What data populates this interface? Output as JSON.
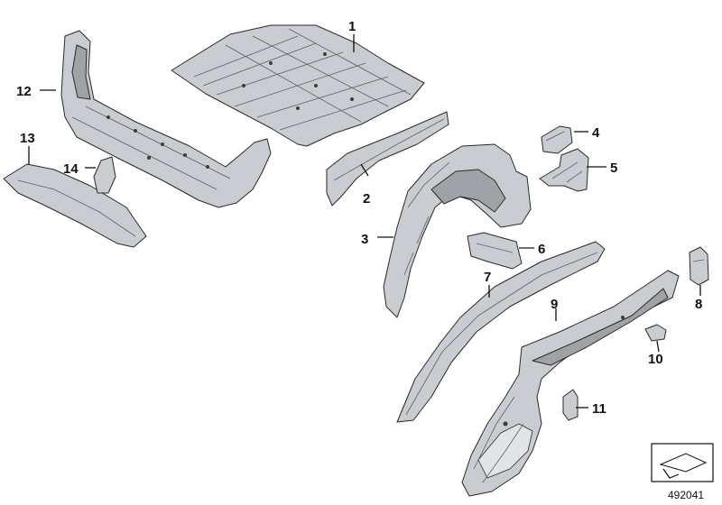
{
  "diagram_id": "492041",
  "callouts": {
    "c1": "1",
    "c2": "2",
    "c3": "3",
    "c4": "4",
    "c5": "5",
    "c6": "6",
    "c7": "7",
    "c8": "8",
    "c9": "9",
    "c10": "10",
    "c11": "11",
    "c12": "12",
    "c13": "13",
    "c14": "14"
  },
  "colors": {
    "metal": "#c9ccd0",
    "metal_dark": "#9fa3a8",
    "line": "#2a2a2a",
    "text": "#111111"
  },
  "icons": {
    "corner_badge": "arrow-badge-icon"
  }
}
